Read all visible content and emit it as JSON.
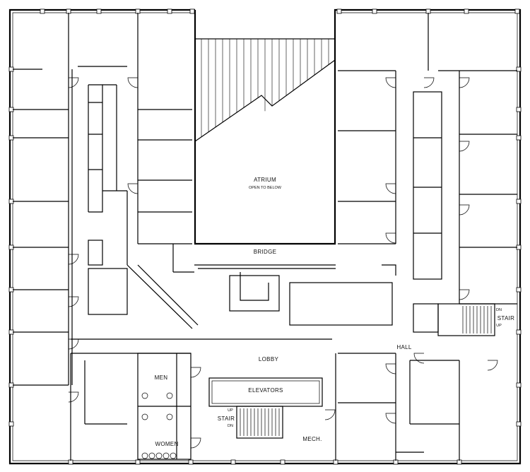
{
  "labels": {
    "atrium": "ATRIUM",
    "atrium_sub": "OPEN TO BELOW",
    "bridge": "BRIDGE",
    "lobby": "LOBBY",
    "hall": "HALL",
    "men": "MEN",
    "women": "WOMEN",
    "elevators": "ELEVATORS",
    "mech": "MECH.",
    "stair_left": "STAIR",
    "stair_right": "STAIR",
    "up_left": "UP",
    "dn_left": "DN",
    "up_right": "UP",
    "dn_right": "DN"
  }
}
